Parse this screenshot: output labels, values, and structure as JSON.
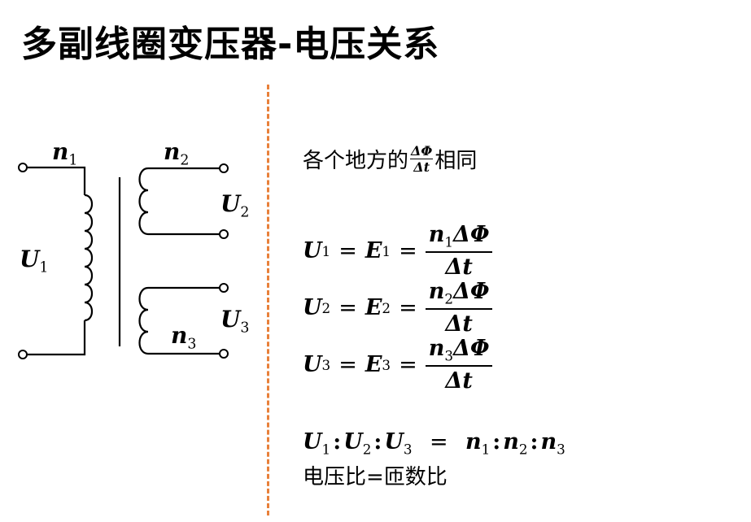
{
  "title": "多副线圈变压器-电压关系",
  "circuit": {
    "primary_turns": {
      "sym": "n",
      "sub": "1"
    },
    "primary_voltage": {
      "sym": "U",
      "sub": "1"
    },
    "secondary2_turns": {
      "sym": "n",
      "sub": "2"
    },
    "secondary2_voltage": {
      "sym": "U",
      "sub": "2"
    },
    "secondary3_turns": {
      "sym": "n",
      "sub": "3"
    },
    "secondary3_voltage": {
      "sym": "U",
      "sub": "3"
    }
  },
  "note": {
    "prefix": "各个地方的",
    "frac_num": "ΔΦ",
    "frac_den": "Δt",
    "suffix": "相同"
  },
  "equations": [
    {
      "u": "U",
      "us": "1",
      "e": "E",
      "es": "1",
      "num_n": "n",
      "num_ns": "1",
      "num_rest": "ΔΦ",
      "den": "Δt"
    },
    {
      "u": "U",
      "us": "2",
      "e": "E",
      "es": "2",
      "num_n": "n",
      "num_ns": "2",
      "num_rest": "ΔΦ",
      "den": "Δt"
    },
    {
      "u": "U",
      "us": "3",
      "e": "E",
      "es": "3",
      "num_n": "n",
      "num_ns": "3",
      "num_rest": "ΔΦ",
      "den": "Δt"
    }
  ],
  "operators": {
    "eq": "=",
    "colon": ":"
  },
  "ratio": {
    "left": [
      {
        "s": "U",
        "b": "1"
      },
      {
        "s": "U",
        "b": "2"
      },
      {
        "s": "U",
        "b": "3"
      }
    ],
    "right": [
      {
        "s": "n",
        "b": "1"
      },
      {
        "s": "n",
        "b": "2"
      },
      {
        "s": "n",
        "b": "3"
      }
    ]
  },
  "summary": "电压比=匝数比"
}
